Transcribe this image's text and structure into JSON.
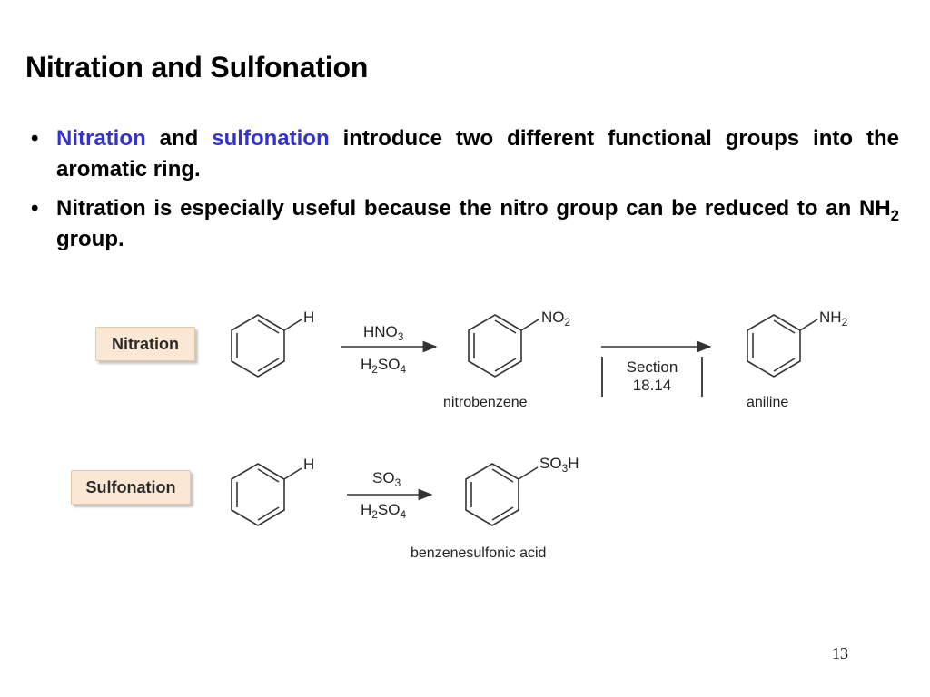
{
  "slide": {
    "title": "Nitration and Sulfonation",
    "page_number": "13"
  },
  "bullets": [
    {
      "kw1": "Nitration",
      "and": " and ",
      "kw2": "sulfonation",
      "rest": " introduce two different functional groups into the aromatic ring."
    },
    {
      "text_a": "Nitration is especially useful because the nitro group can be reduced to an NH",
      "sub": "2",
      "text_b": " group."
    }
  ],
  "nitration": {
    "label": "Nitration",
    "start_sub": "H",
    "reagent_top": {
      "a": "HNO",
      "sub": "3"
    },
    "reagent_bottom": {
      "a": "H",
      "sub1": "2",
      "b": "SO",
      "sub2": "4"
    },
    "product_sub": {
      "a": "NO",
      "sub": "2"
    },
    "product_name": "nitrobenzene",
    "section_line1": "Section",
    "section_line2": "18.14",
    "final_sub": {
      "a": "NH",
      "sub": "2"
    },
    "final_name": "aniline"
  },
  "sulfonation": {
    "label": "Sulfonation",
    "start_sub": "H",
    "reagent_top": {
      "a": "SO",
      "sub": "3"
    },
    "reagent_bottom": {
      "a": "H",
      "sub1": "2",
      "b": "SO",
      "sub2": "4"
    },
    "product_sub": {
      "a": "SO",
      "sub": "3",
      "b": "H"
    },
    "product_name": "benzenesulfonic acid"
  }
}
